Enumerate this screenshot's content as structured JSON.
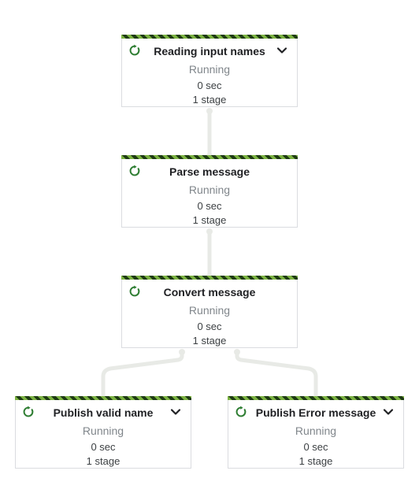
{
  "colors": {
    "stripe_green": "#7cb342",
    "stripe_dark": "#1e3a14",
    "running_icon": "#2e7d32",
    "connector": "#e8eae6",
    "border": "#dadce0"
  },
  "nodes": [
    {
      "title": "Reading input names",
      "state": "Running",
      "duration": "0 sec",
      "stages": "1 stage",
      "status_icon": "refresh-icon",
      "has_expand": true
    },
    {
      "title": "Parse message",
      "state": "Running",
      "duration": "0 sec",
      "stages": "1 stage",
      "status_icon": "refresh-icon",
      "has_expand": false
    },
    {
      "title": "Convert message",
      "state": "Running",
      "duration": "0 sec",
      "stages": "1 stage",
      "status_icon": "refresh-icon",
      "has_expand": false
    },
    {
      "title": "Publish valid name",
      "state": "Running",
      "duration": "0 sec",
      "stages": "1 stage",
      "status_icon": "refresh-icon",
      "has_expand": true
    },
    {
      "title": "Publish Error message",
      "state": "Running",
      "duration": "0 sec",
      "stages": "1 stage",
      "status_icon": "refresh-icon",
      "has_expand": true
    }
  ]
}
